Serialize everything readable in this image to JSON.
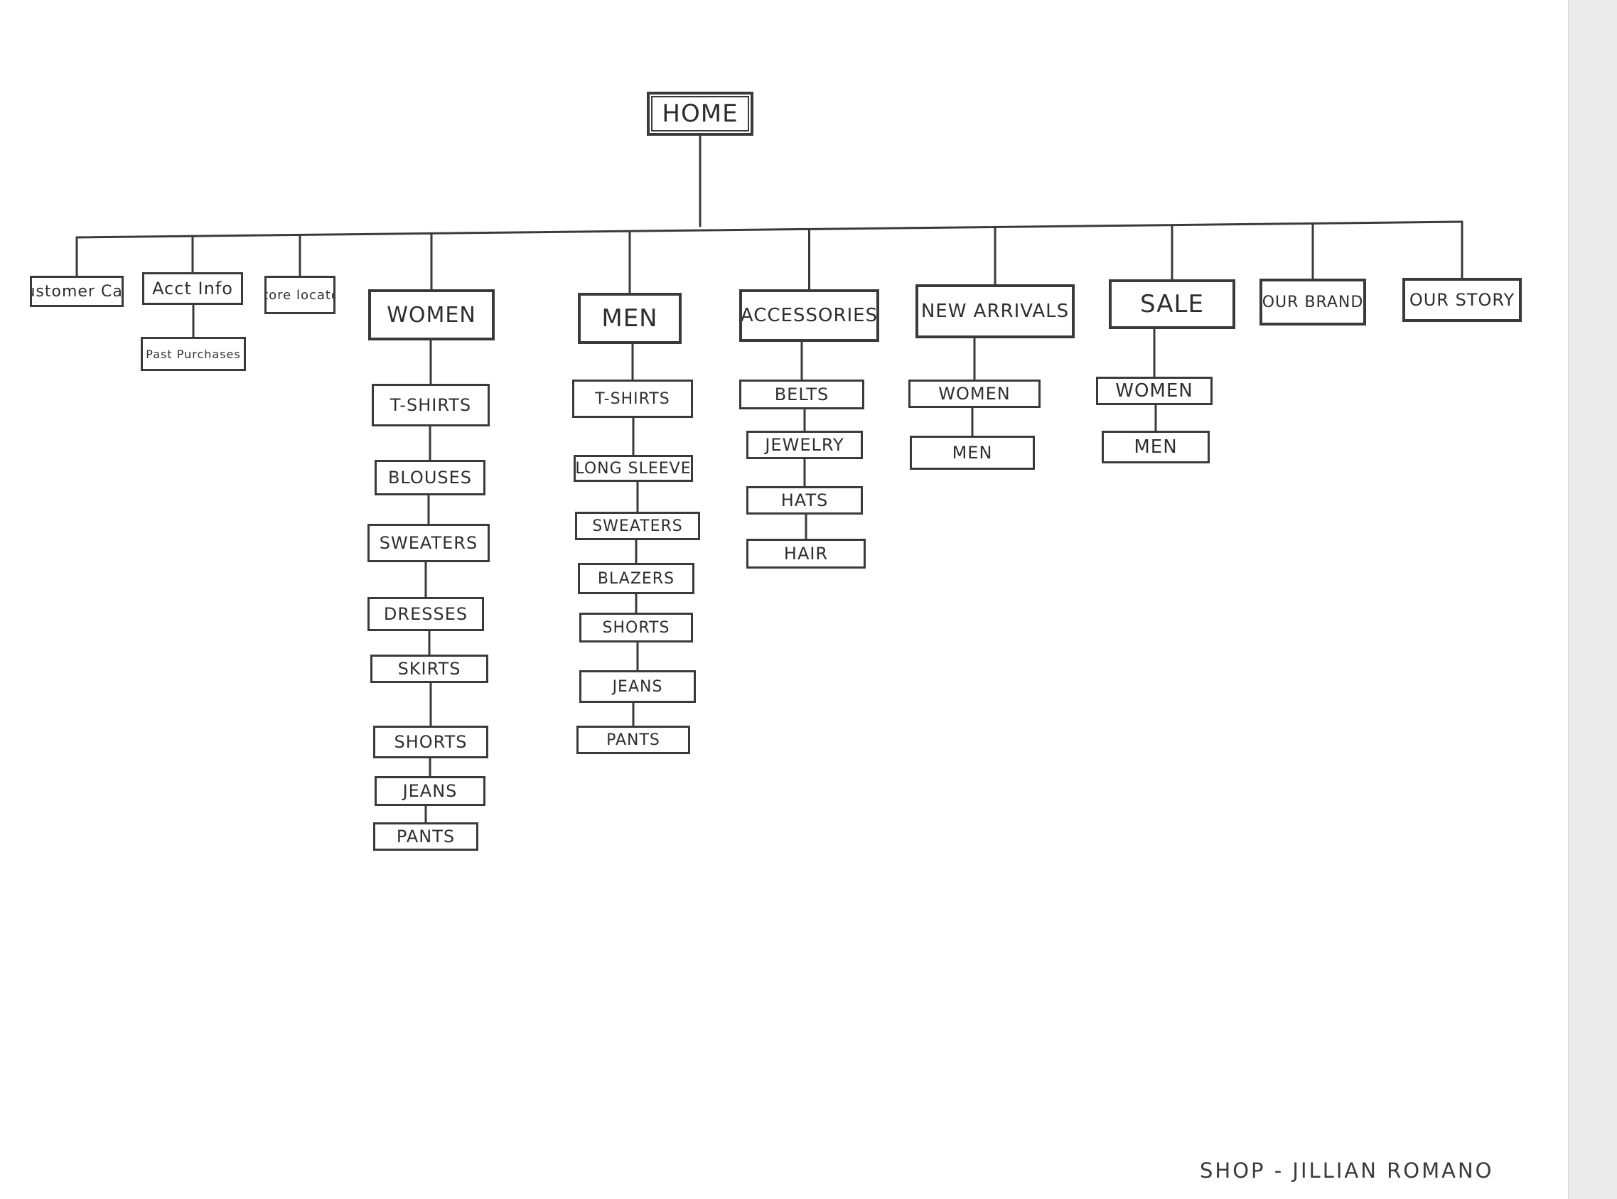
{
  "root": {
    "label": "HOME"
  },
  "top_nav": [
    {
      "id": "customer-care",
      "label": "Customer Care"
    },
    {
      "id": "acct-info",
      "label": "Acct Info",
      "children": [
        "Past Purchases"
      ]
    },
    {
      "id": "store-locator",
      "label": "Store locator"
    },
    {
      "id": "women",
      "label": "WOMEN",
      "children": [
        "T-SHIRTS",
        "BLOUSES",
        "SWEATERS",
        "DRESSES",
        "SKIRTS",
        "SHORTS",
        "JEANS",
        "PANTS"
      ]
    },
    {
      "id": "men",
      "label": "MEN",
      "children": [
        "T-SHIRTS",
        "LONG SLEEVE",
        "SWEATERS",
        "BLAZERS",
        "SHORTS",
        "JEANS",
        "PANTS"
      ]
    },
    {
      "id": "accessories",
      "label": "ACCESSORIES",
      "children": [
        "BELTS",
        "JEWELRY",
        "HATS",
        "HAIR"
      ]
    },
    {
      "id": "new-arrivals",
      "label": "NEW ARRIVALS",
      "children": [
        "WOMEN",
        "MEN"
      ]
    },
    {
      "id": "sale",
      "label": "SALE",
      "children": [
        "WOMEN",
        "MEN"
      ]
    },
    {
      "id": "our-brand",
      "label": "OUR BRAND"
    },
    {
      "id": "our-story",
      "label": "OUR STORY"
    }
  ],
  "signature": "SHOP - JILLIAN ROMANO",
  "colors": {
    "ink": "#3a3a3a",
    "paper": "#ffffff",
    "edge": "#ebebeb"
  }
}
